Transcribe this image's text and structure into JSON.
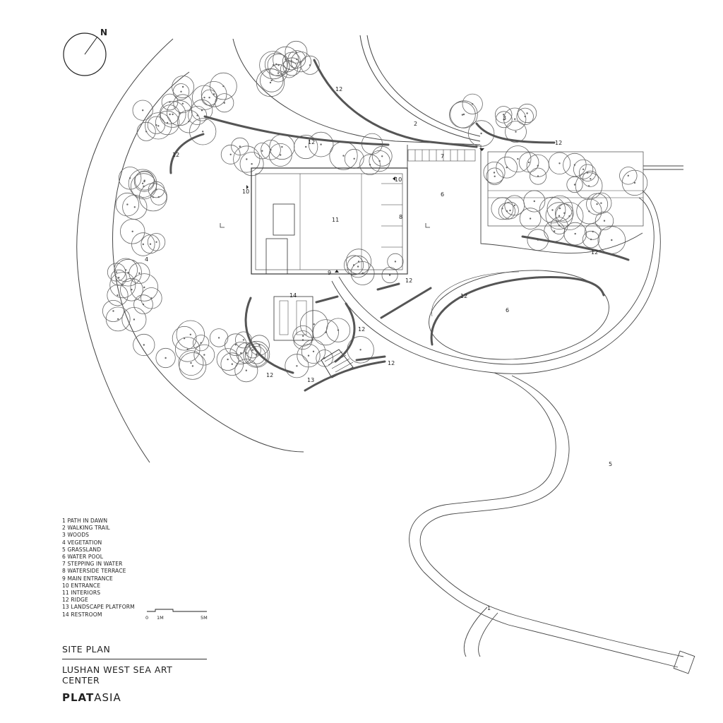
{
  "north_label": "N",
  "legend": [
    "1 PATH IN DAWN",
    "2 WALKING TRAIL",
    "3 WOODS",
    "4 VEGETATION",
    "5 GRASSLAND",
    "6 WATER POOL",
    "7 STEPPING IN WATER",
    "8 WATERSIDE TERRACE",
    "9 MAIN ENTRANCE",
    "10 ENTRANCE",
    "11 INTERIORS",
    "12 RIDGE",
    "13 LANDSCAPE PLATFORM",
    "14 RESTROOM"
  ],
  "scale": {
    "zero": "0",
    "one": "1M",
    "five": "5M"
  },
  "title": "SITE PLAN",
  "project": "LUSHAN WEST SEA ART CENTER",
  "brand": {
    "bold": "PLAT",
    "light": "ASIA"
  },
  "map_labels": {
    "l1": "1",
    "l2": "2",
    "l3": "3",
    "l4": "4",
    "l5": "5",
    "l6a": "6",
    "l6b": "6",
    "l7": "7",
    "l8": "8",
    "l9": "9",
    "l10a": "10",
    "l10b": "10",
    "l11": "11",
    "l12a": "12",
    "l12b": "12",
    "l12c": "12",
    "l12d": "12",
    "l12e": "12",
    "l12f": "12",
    "l12g": "12",
    "l12h": "12",
    "l12i": "12",
    "l12j": "12",
    "l13": "13",
    "l14": "14"
  },
  "colors": {
    "line": "#333333",
    "ridge": "#555555",
    "tree": "#666666"
  }
}
